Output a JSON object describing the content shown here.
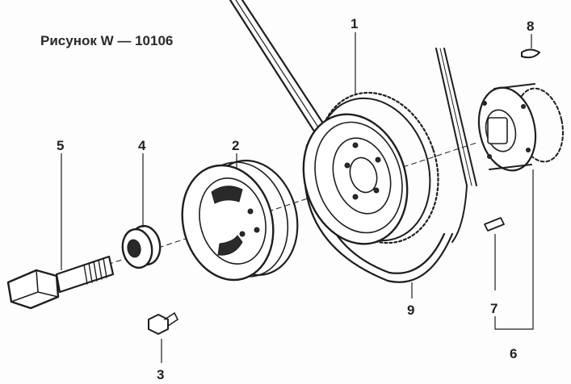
{
  "figure": {
    "caption": "Рисунок W — 10106"
  },
  "callouts": [
    {
      "id": "1",
      "text": "1"
    },
    {
      "id": "2",
      "text": "2"
    },
    {
      "id": "3",
      "text": "3"
    },
    {
      "id": "4",
      "text": "4"
    },
    {
      "id": "5",
      "text": "5"
    },
    {
      "id": "6",
      "text": "6"
    },
    {
      "id": "7",
      "text": "7"
    },
    {
      "id": "8",
      "text": "8"
    },
    {
      "id": "9",
      "text": "9"
    }
  ]
}
